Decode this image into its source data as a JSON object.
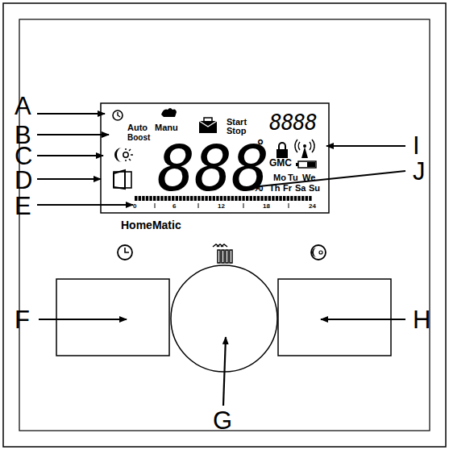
{
  "diagram": {
    "labels": [
      "A",
      "B",
      "C",
      "D",
      "E",
      "Auto",
      "Manu",
      "Boost",
      "Start",
      "Stop",
      "8888",
      "888",
      "°",
      "GMC",
      "%",
      "Mo",
      "Tu",
      "We",
      "Th",
      "Fr",
      "Sa",
      "Su",
      "0",
      "6",
      "12",
      "18",
      "24",
      "HomeMatic",
      "I",
      "J",
      "F",
      "G",
      "H"
    ]
  }
}
